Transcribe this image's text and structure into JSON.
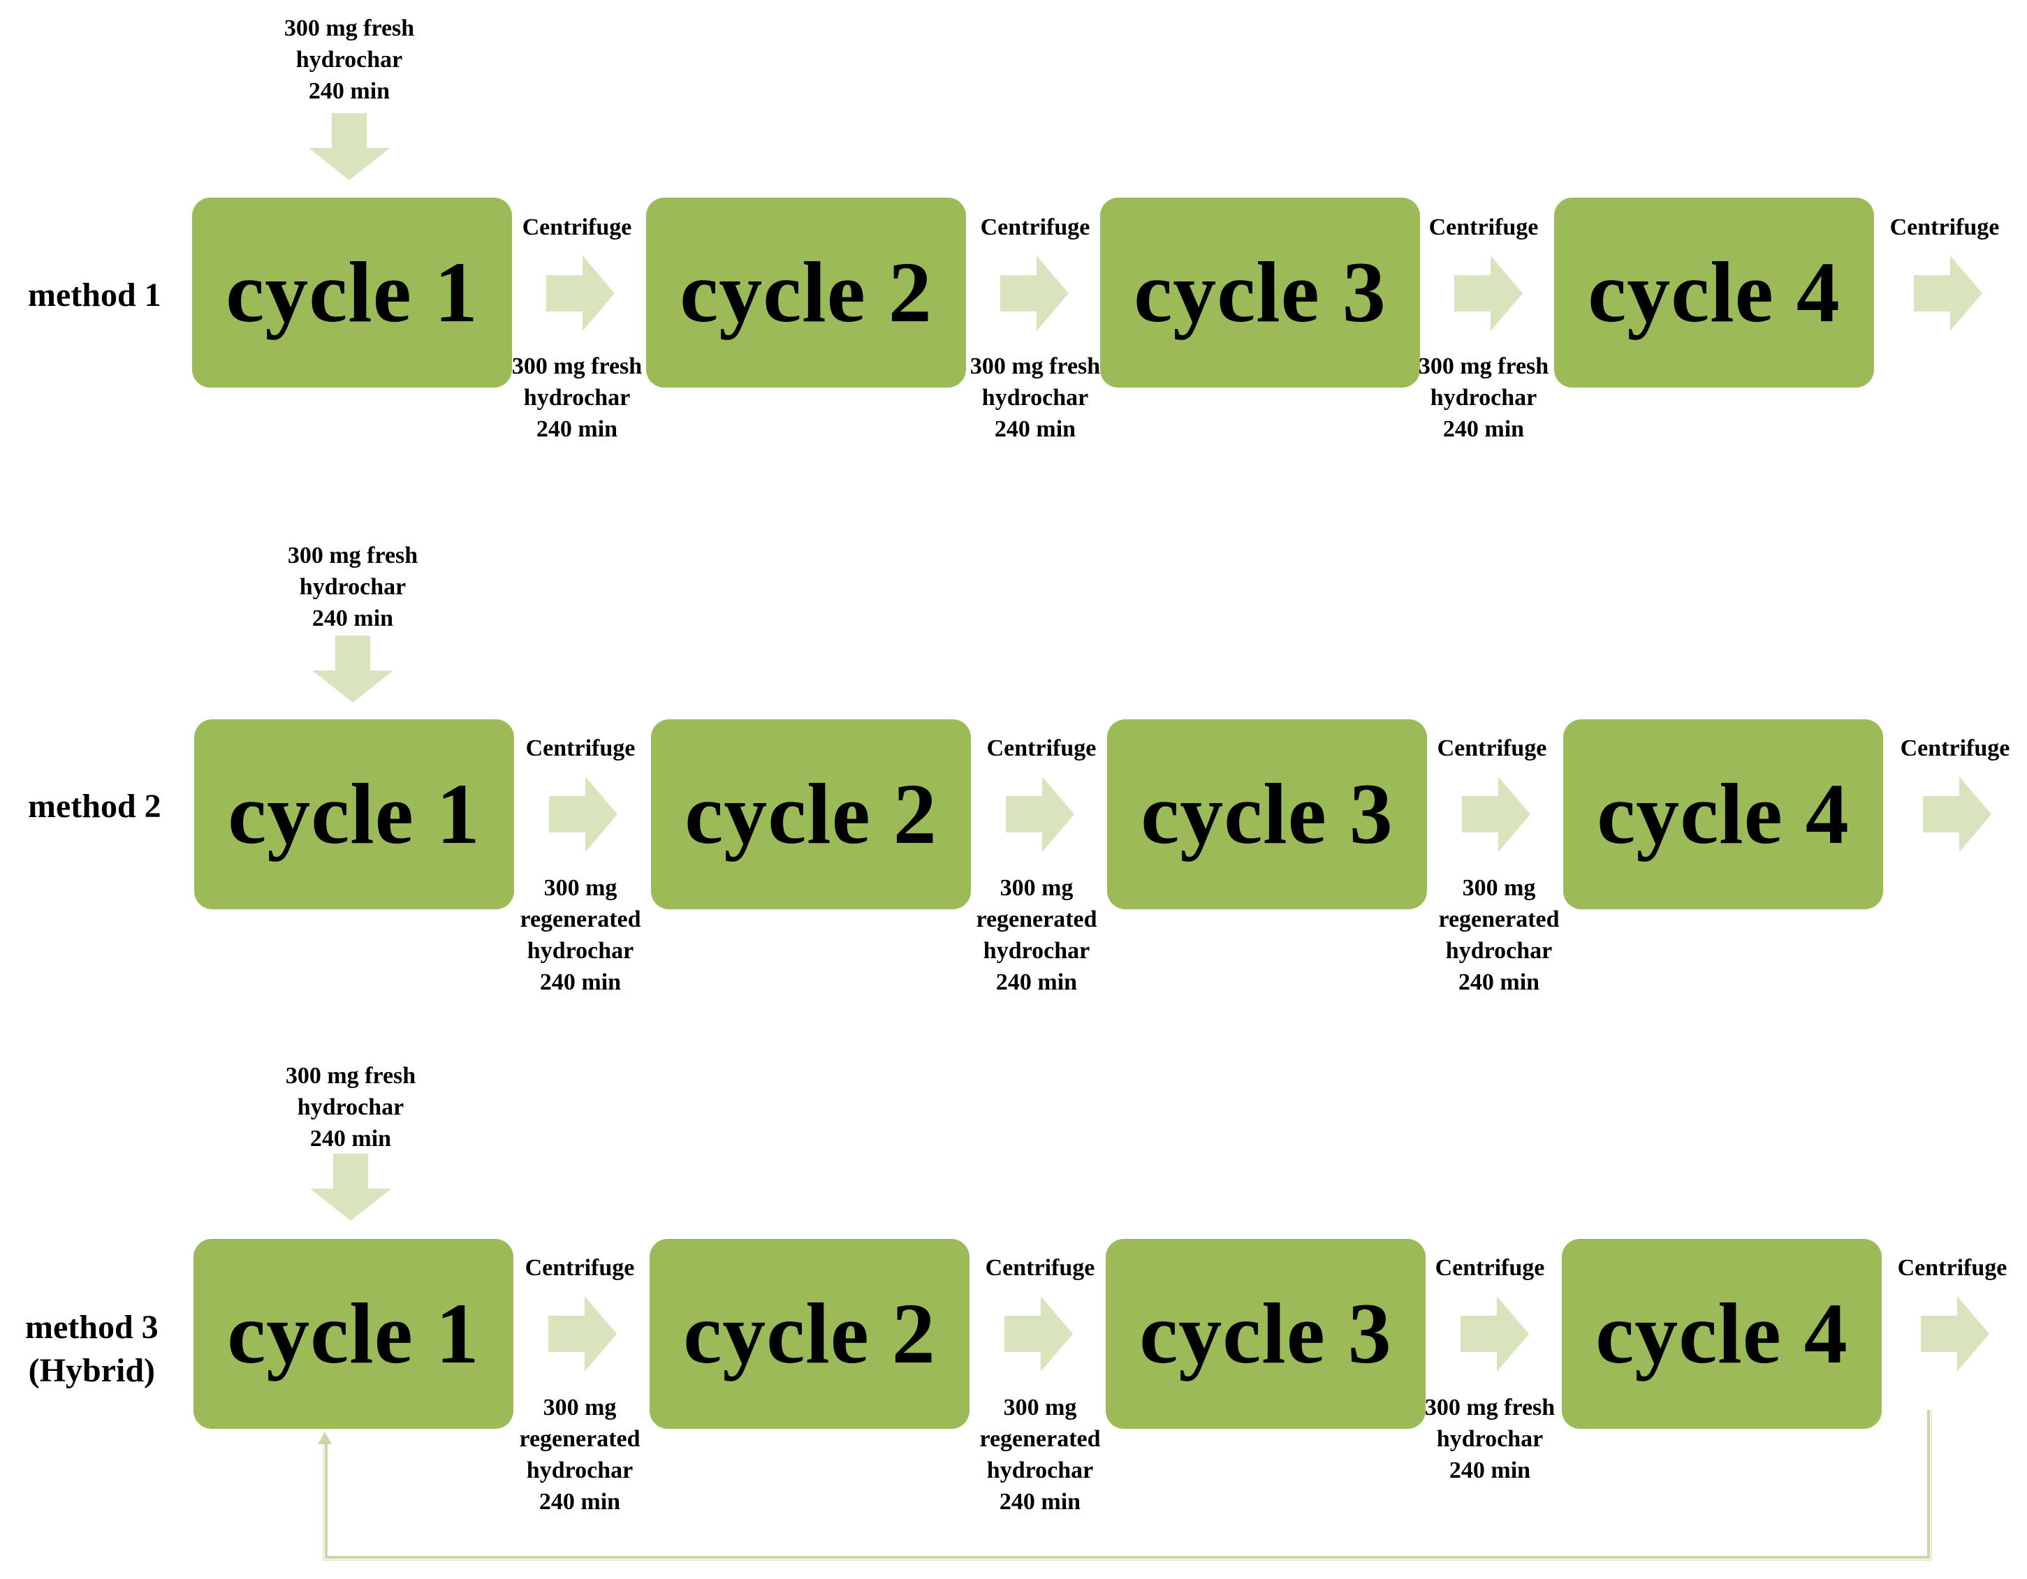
{
  "centrifuge": "Centrifuge",
  "fresh_input": {
    "line1": "300 mg fresh",
    "line2": "hydrochar",
    "line3": "240 min"
  },
  "regen_input": {
    "line1": "300 mg",
    "line2": "regenerated",
    "line3": "hydrochar",
    "line4": "240 min"
  },
  "cycles": [
    "cycle 1",
    "cycle 2",
    "cycle 3",
    "cycle 4"
  ],
  "methods": [
    {
      "label_line1": "method 1",
      "label_line2": ""
    },
    {
      "label_line1": "method 2",
      "label_line2": ""
    },
    {
      "label_line1": "method 3",
      "label_line2": "(Hybrid)"
    }
  ],
  "colors": {
    "box": "#9bbb59",
    "arrow": "#d8e4bc",
    "loop_line": "#d8e4bc"
  }
}
